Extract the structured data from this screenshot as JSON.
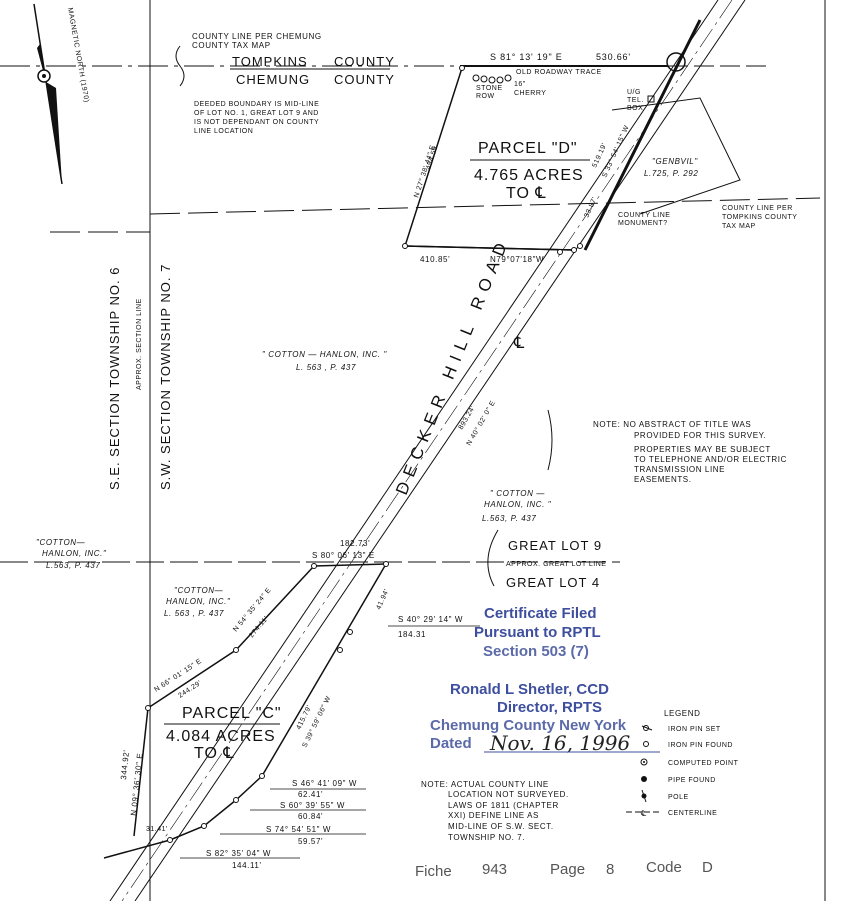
{
  "north_arrow": {
    "label": "MAGNETIC NORTH (1970)"
  },
  "county_line_note": {
    "line1": "COUNTY LINE PER CHEMUNG",
    "line2": "COUNTY TAX MAP"
  },
  "counties": {
    "top_left": "TOMPKINS",
    "top_right": "COUNTY",
    "bottom_left": "CHEMUNG",
    "bottom_right": "COUNTY"
  },
  "deeded_note": [
    "DEEDED BOUNDARY IS MID-LINE",
    "OF LOT NO. 1, GREAT LOT 9 AND",
    "IS NOT DEPENDANT ON COUNTY",
    "LINE LOCATION"
  ],
  "top_bearing": "S 81° 13' 19\" E",
  "top_distance": "530.66'",
  "old_roadway": "OLD ROADWAY TRACE",
  "cherry": {
    "size": "16\"",
    "name": "CHERRY"
  },
  "stone_row": {
    "line1": "STONE",
    "line2": "ROW"
  },
  "tel_box": {
    "line1": "U/G",
    "line2": "TEL.",
    "line3": "BOX"
  },
  "parcel_d": {
    "name": "PARCEL \"D\"",
    "area": "4.765 ACRES",
    "to": "TO ℄"
  },
  "parcel_d_west_bearing": "N 27° 38' 44\" E",
  "parcel_d_west_distance": "454.59",
  "parcel_d_east_distance": "519.19'",
  "parcel_d_east_bearing": "S 33° 54' 15\" W",
  "parcel_d_south_distance": "410.85'",
  "parcel_d_south_bearing": "N79°07'18\"W",
  "small_seg": "33.87'",
  "genbvil": {
    "name": "\"GENBVIL\"",
    "ref": "L.725, P. 292"
  },
  "county_line_monument": {
    "line1": "COUNTY LINE",
    "line2": "MONUMENT?"
  },
  "county_line_tompkins": {
    "line1": "COUNTY LINE PER",
    "line2": "TOMPKINS COUNTY",
    "line3": "TAX MAP"
  },
  "township_se": "S.E. SECTION TOWNSHIP NO. 6",
  "township_sw": "S.W. SECTION TOWNSHIP NO. 7",
  "approx_section_line": "APPROX. SECTION LINE",
  "cotton_hanlon_center": {
    "name": "\" COTTON — HANLON, INC. \"",
    "ref": "L. 563 , P. 437"
  },
  "road_name": "DECKER HILL ROAD",
  "road_cl": "℄",
  "road_bearing": "N 40° 02' 0\" E",
  "road_distance": "893.24'",
  "note_abstract": [
    "NOTE: NO ABSTRACT OF TITLE WAS",
    "PROVIDED FOR THIS SURVEY.",
    "PROPERTIES MAY BE SUBJECT",
    "TO TELEPHONE AND/OR ELECTRIC",
    "TRANSMISSION LINE",
    "EASEMENTS."
  ],
  "cotton_hanlon_right": {
    "line1": "\" COTTON —",
    "line2": "HANLON, INC. \"",
    "line3": "L.563, P. 437"
  },
  "cotton_hanlon_far_left": {
    "line1": "\"COTTON—",
    "line2": "HANLON, INC.\"",
    "line3": "L.563, P. 437"
  },
  "cotton_hanlon_left": {
    "line1": "\"COTTON—",
    "line2": "HANLON, INC.\"",
    "line3": "L. 563 , P. 437"
  },
  "great_lot_9": "GREAT LOT 9",
  "approx_great_lot_line": "APPROX. GREAT LOT LINE",
  "great_lot_4": "GREAT LOT 4",
  "distance_182": "182.73'",
  "bearing_s80": "S 80° 06' 13\" E",
  "bearing_n54": "N 54° 35' 24\" E",
  "distance_274": "274.11'",
  "bearing_n66": "N 66° 01' 15\" E",
  "distance_244": "244.29'",
  "bearing_s40_29": "S 40° 29' 14\" W",
  "distance_184": "184.31",
  "distance_41": "41.94'",
  "parcel_c": {
    "name": "PARCEL \"C\"",
    "area": "4.084 ACRES",
    "to": "TO ℄"
  },
  "west_distance": "344.92'",
  "west_bearing": "N 09° 36' 30\" E",
  "distance_415": "415.79'",
  "bearing_s39": "S 39° 59' 06\" W",
  "bearing_s46": "S 46° 41' 09\" W",
  "distance_62": "62.41'",
  "bearing_s60": "S 60° 39' 55\" W",
  "distance_60": "60.84'",
  "bearing_s74": "S 74° 54' 51\" W",
  "distance_59": "59.57'",
  "bearing_s82": "S 82° 35' 04\" W",
  "distance_144": "144.11'",
  "distance_31": "31.41'",
  "note_county_line": [
    "NOTE: ACTUAL COUNTY LINE",
    "LOCATION NOT SURVEYED.",
    "LAWS OF 1811 (CHAPTER",
    "XXI) DEFINE LINE AS",
    "MID-LINE OF S.W. SECT.",
    "TOWNSHIP NO. 7."
  ],
  "stamp_certificate": [
    "Certificate Filed",
    "Pursuant to RPTL",
    "Section 503 (7)"
  ],
  "stamp_director": [
    "Ronald L Shetler, CCD",
    "Director, RPTS",
    "Chemung County New York"
  ],
  "stamp_dated_label": "Dated",
  "stamp_dated_value": "Nov. 16, 1996",
  "legend": {
    "title": "LEGEND",
    "items": [
      "IRON PIN SET",
      "IRON PIN FOUND",
      "COMPUTED POINT",
      "PIPE FOUND",
      "POLE",
      "CENTERLINE"
    ]
  },
  "footer": {
    "fiche_label": "Fiche",
    "fiche_value": "943",
    "page_label": "Page",
    "page_value": "8",
    "code_label": "Code",
    "code_value": "D"
  }
}
